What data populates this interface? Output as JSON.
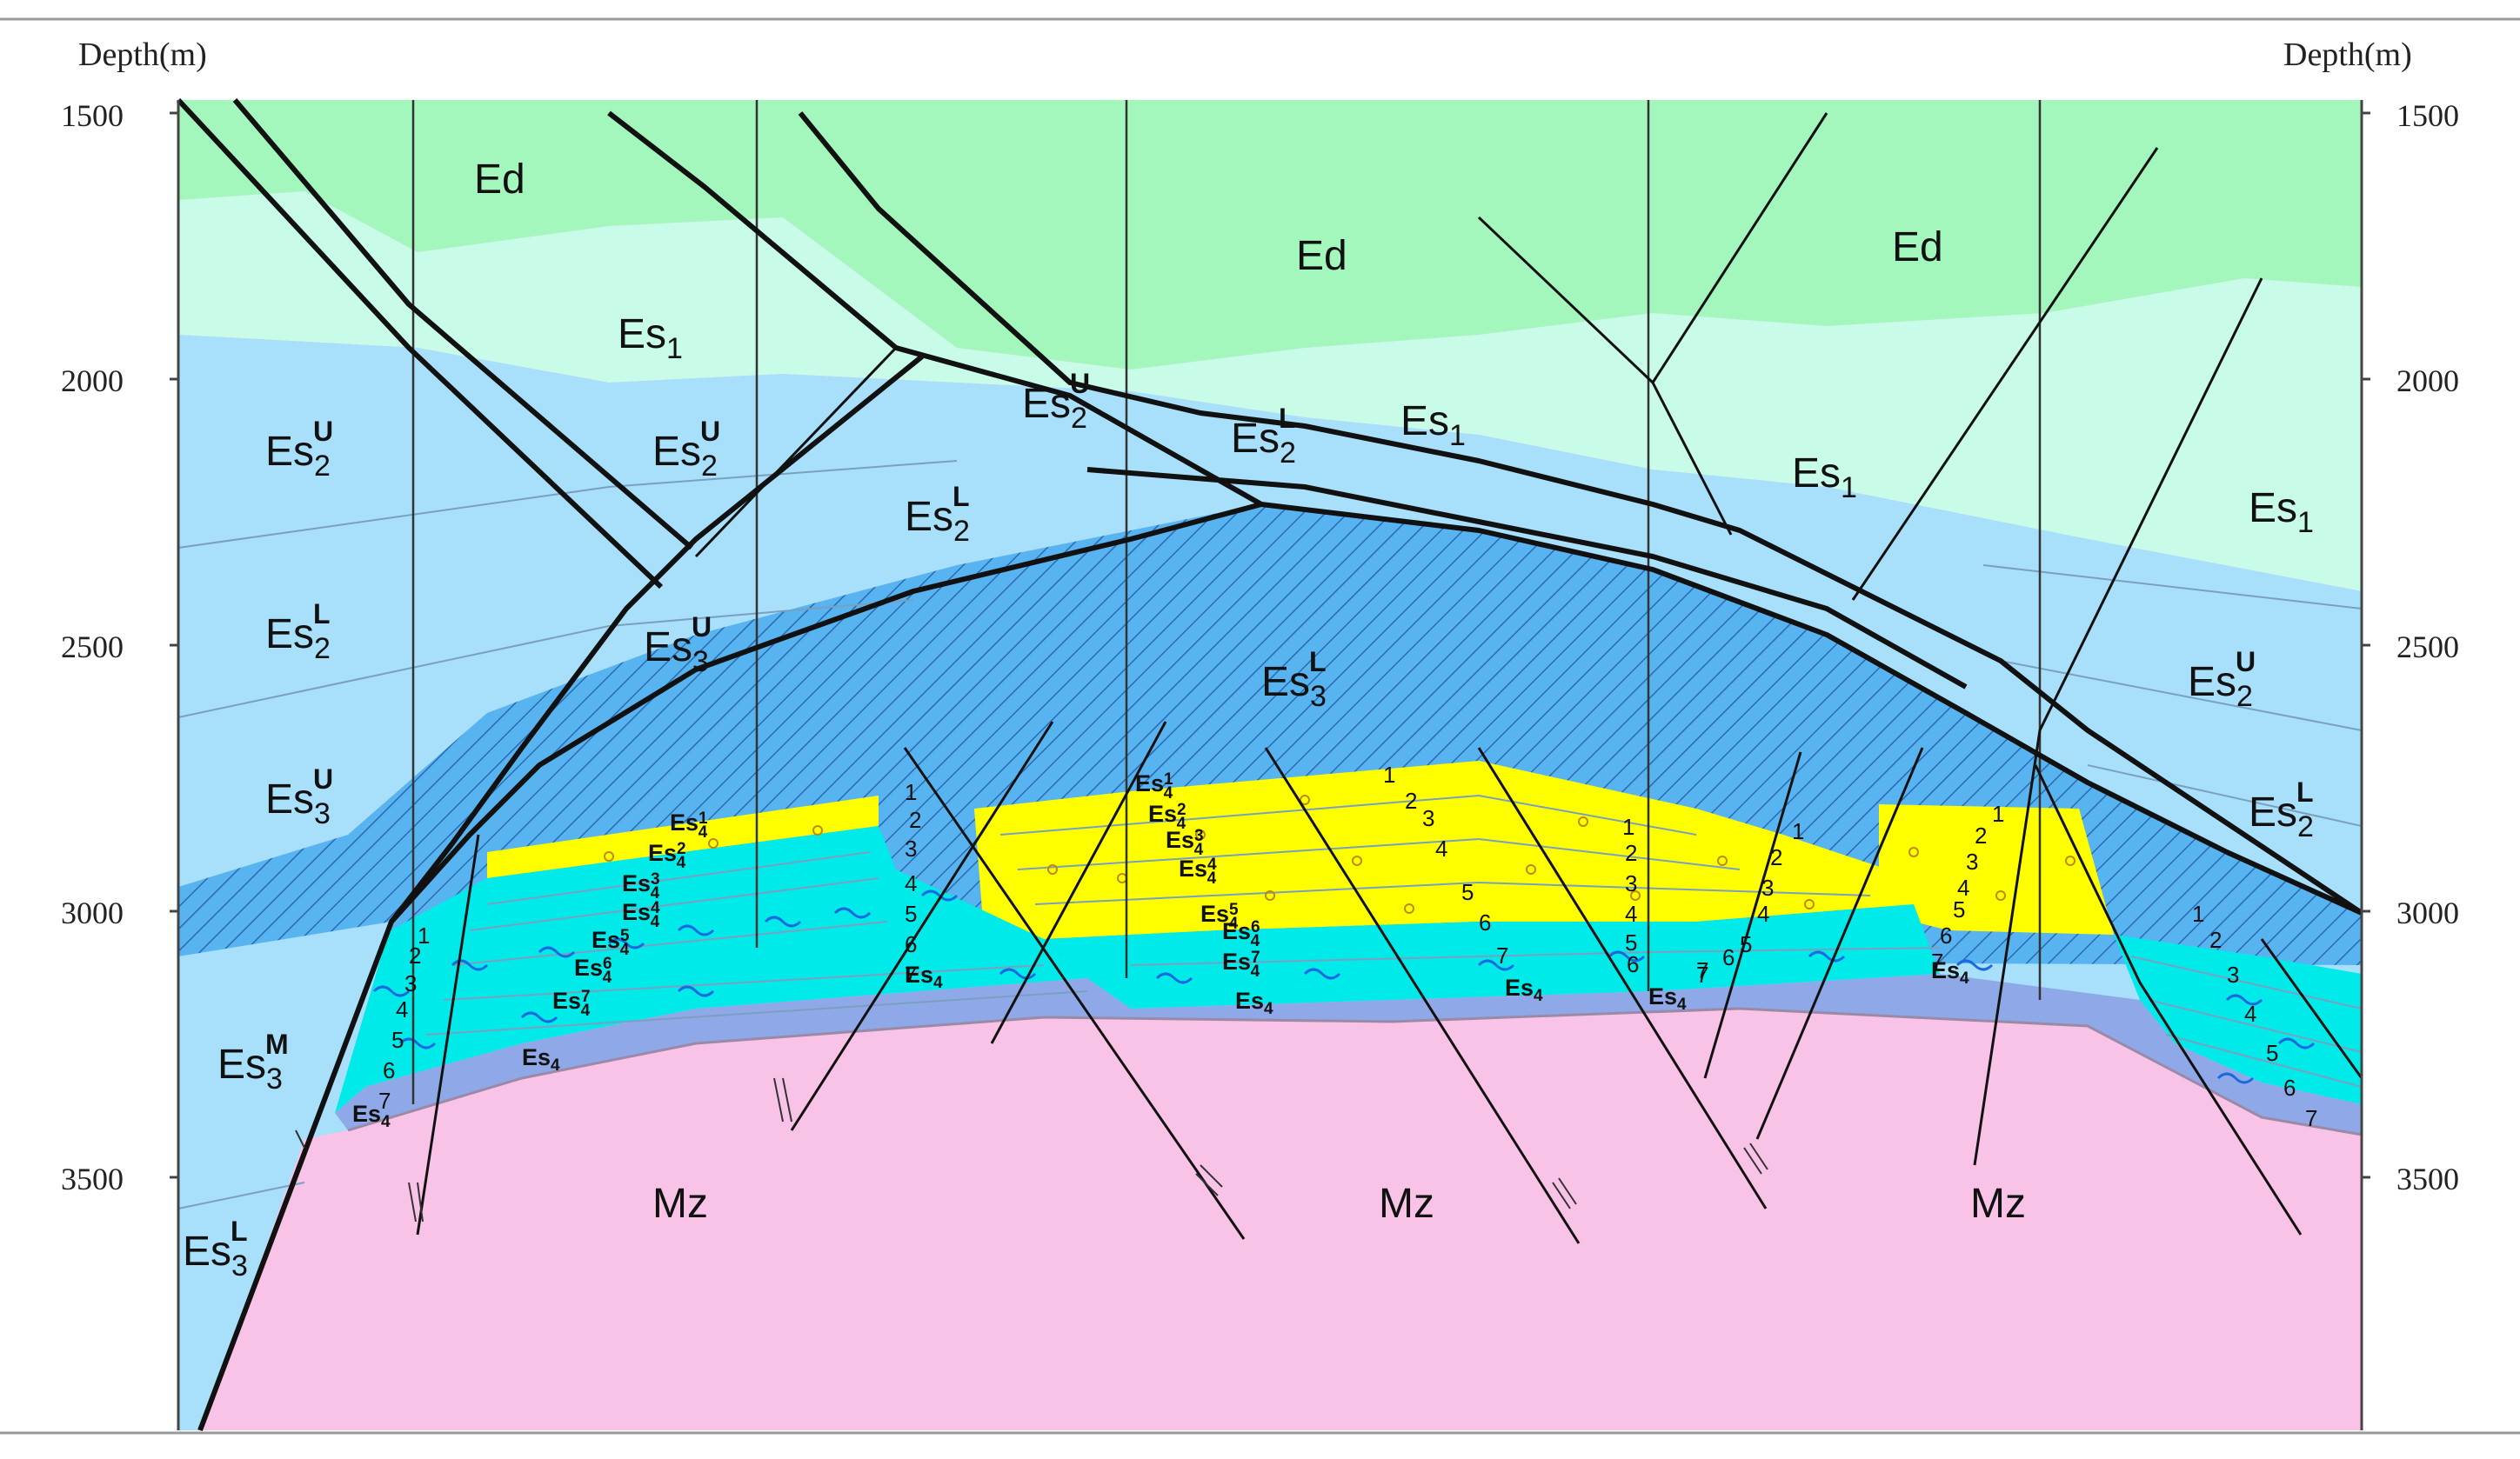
{
  "axes": {
    "left_title": "Depth(m)",
    "right_title": "Depth(m)",
    "left_ticks": [
      "1500",
      "2000",
      "2500",
      "3000",
      "3500"
    ],
    "right_ticks": [
      "1500",
      "2000",
      "2500",
      "3000",
      "3500"
    ]
  },
  "colors": {
    "ed": "#a3f7bd",
    "es1": "#c8fbe8",
    "es2": "#a8e0fb",
    "es3_hatched": "#58b4f0",
    "es3_low": "#a8e0fb",
    "oil_sand": "#ffff00",
    "water_sand": "#00eaea",
    "es4": "#8fa8e8",
    "mz": "#f9c3e8"
  },
  "units": [
    {
      "main": "Ed",
      "sub": "",
      "sup": ""
    },
    {
      "main": "Ed",
      "sub": "",
      "sup": ""
    },
    {
      "main": "Ed",
      "sub": "",
      "sup": ""
    },
    {
      "main": "Es",
      "sub": "1",
      "sup": ""
    },
    {
      "main": "Es",
      "sub": "1",
      "sup": ""
    },
    {
      "main": "Es",
      "sub": "1",
      "sup": ""
    },
    {
      "main": "Es",
      "sub": "1",
      "sup": ""
    },
    {
      "main": "Es",
      "sub": "2",
      "sup": "U"
    },
    {
      "main": "Es",
      "sub": "2",
      "sup": "U"
    },
    {
      "main": "Es",
      "sub": "2",
      "sup": "U"
    },
    {
      "main": "Es",
      "sub": "2",
      "sup": "U"
    },
    {
      "main": "Es",
      "sub": "2",
      "sup": "L"
    },
    {
      "main": "Es",
      "sub": "2",
      "sup": "L"
    },
    {
      "main": "Es",
      "sub": "2",
      "sup": "L"
    },
    {
      "main": "Es",
      "sub": "2",
      "sup": "L"
    },
    {
      "main": "Es",
      "sub": "3",
      "sup": "U"
    },
    {
      "main": "Es",
      "sub": "3",
      "sup": "U"
    },
    {
      "main": "Es",
      "sub": "3",
      "sup": "L"
    },
    {
      "main": "Es",
      "sub": "3",
      "sup": "M"
    },
    {
      "main": "Es",
      "sub": "3",
      "sup": "L"
    },
    {
      "main": "Es",
      "sub": "4",
      "sup": ""
    },
    {
      "main": "Es",
      "sub": "4",
      "sup": ""
    },
    {
      "main": "Es",
      "sub": "4",
      "sup": ""
    },
    {
      "main": "Es",
      "sub": "4",
      "sup": ""
    },
    {
      "main": "Es",
      "sub": "4",
      "sup": ""
    },
    {
      "main": "Es",
      "sub": "4",
      "sup": ""
    },
    {
      "main": "Es",
      "sub": "4",
      "sup": ""
    },
    {
      "main": "Mz",
      "sub": "",
      "sup": ""
    },
    {
      "main": "Mz",
      "sub": "",
      "sup": ""
    },
    {
      "main": "Mz",
      "sub": "",
      "sup": ""
    }
  ],
  "sublayer_labels": [
    {
      "main": "Es",
      "sub": "4",
      "sup": "1"
    },
    {
      "main": "Es",
      "sub": "4",
      "sup": "2"
    },
    {
      "main": "Es",
      "sub": "4",
      "sup": "3"
    },
    {
      "main": "Es",
      "sub": "4",
      "sup": "4"
    },
    {
      "main": "Es",
      "sub": "4",
      "sup": "5"
    },
    {
      "main": "Es",
      "sub": "4",
      "sup": "6"
    },
    {
      "main": "Es",
      "sub": "4",
      "sup": "7"
    },
    {
      "main": "Es",
      "sub": "4",
      "sup": "1"
    },
    {
      "main": "Es",
      "sub": "4",
      "sup": "2"
    },
    {
      "main": "Es",
      "sub": "4",
      "sup": "3"
    },
    {
      "main": "Es",
      "sub": "4",
      "sup": "4"
    },
    {
      "main": "Es",
      "sub": "4",
      "sup": "5"
    },
    {
      "main": "Es",
      "sub": "4",
      "sup": "6"
    },
    {
      "main": "Es",
      "sub": "4",
      "sup": "7"
    }
  ],
  "bed_numbers": [
    "1",
    "2",
    "3",
    "4",
    "5",
    "6",
    "7"
  ]
}
